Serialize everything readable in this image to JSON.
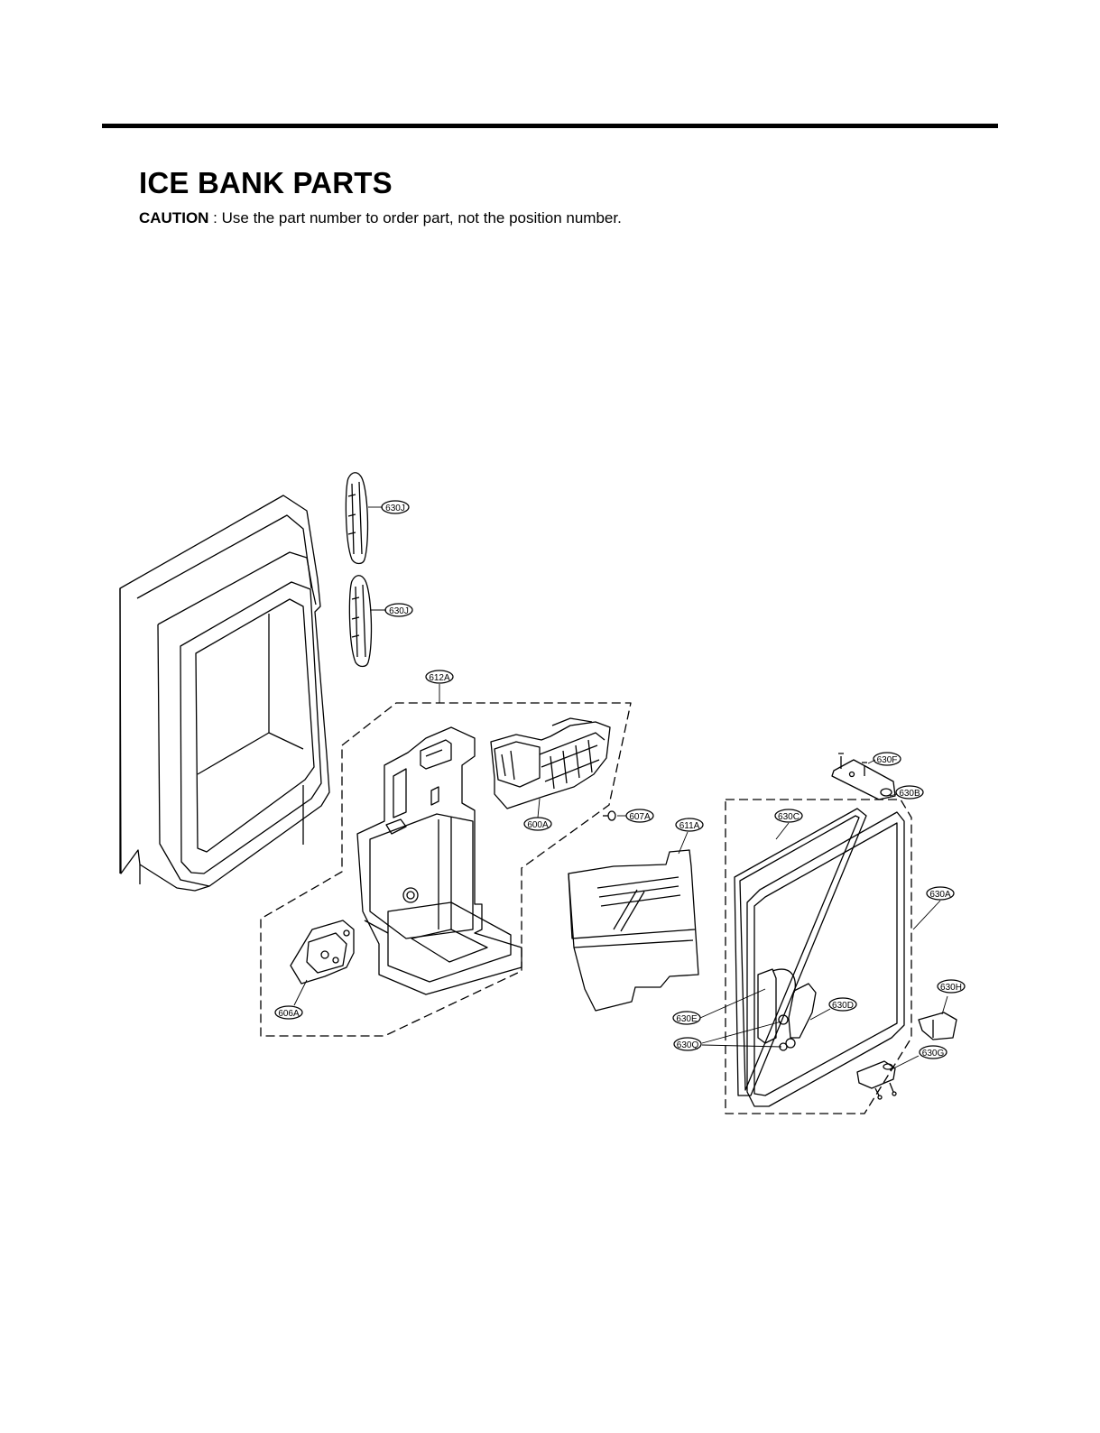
{
  "header": {
    "title": "ICE BANK PARTS",
    "caution_label": "CAUTION",
    "caution_text": " : Use the part number to order part, not the position number."
  },
  "callouts": [
    {
      "id": "630J-top",
      "label": "630J"
    },
    {
      "id": "630J-bottom",
      "label": "630J"
    },
    {
      "id": "612A",
      "label": "612A"
    },
    {
      "id": "600A",
      "label": "600A"
    },
    {
      "id": "607A",
      "label": "607A"
    },
    {
      "id": "611A",
      "label": "611A"
    },
    {
      "id": "606A",
      "label": "606A"
    },
    {
      "id": "630F",
      "label": "630F"
    },
    {
      "id": "630B",
      "label": "630B"
    },
    {
      "id": "630C",
      "label": "630C"
    },
    {
      "id": "630A",
      "label": "630A"
    },
    {
      "id": "630H",
      "label": "630H"
    },
    {
      "id": "630D",
      "label": "630D"
    },
    {
      "id": "630E",
      "label": "630E"
    },
    {
      "id": "630Q",
      "label": "630Q"
    },
    {
      "id": "630G",
      "label": "630G"
    }
  ]
}
